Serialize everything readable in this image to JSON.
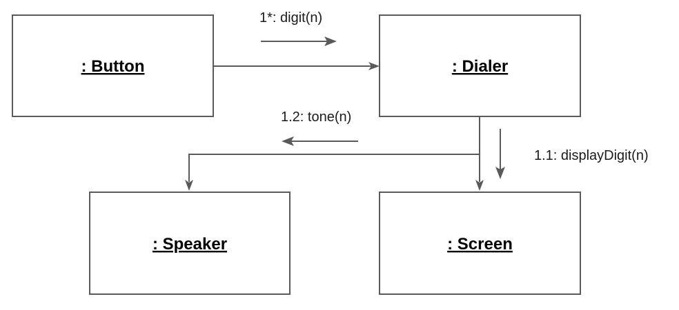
{
  "diagram": {
    "objects": {
      "button": ": Button",
      "dialer": ": Dialer",
      "speaker": ": Speaker",
      "screen": ": Screen"
    },
    "messages": {
      "digit": "1*: digit(n)",
      "tone": "1.2: tone(n)",
      "display_digit": "1.1: displayDigit(n)"
    },
    "colors": {
      "stroke": "#595959",
      "text": "#000000"
    }
  }
}
